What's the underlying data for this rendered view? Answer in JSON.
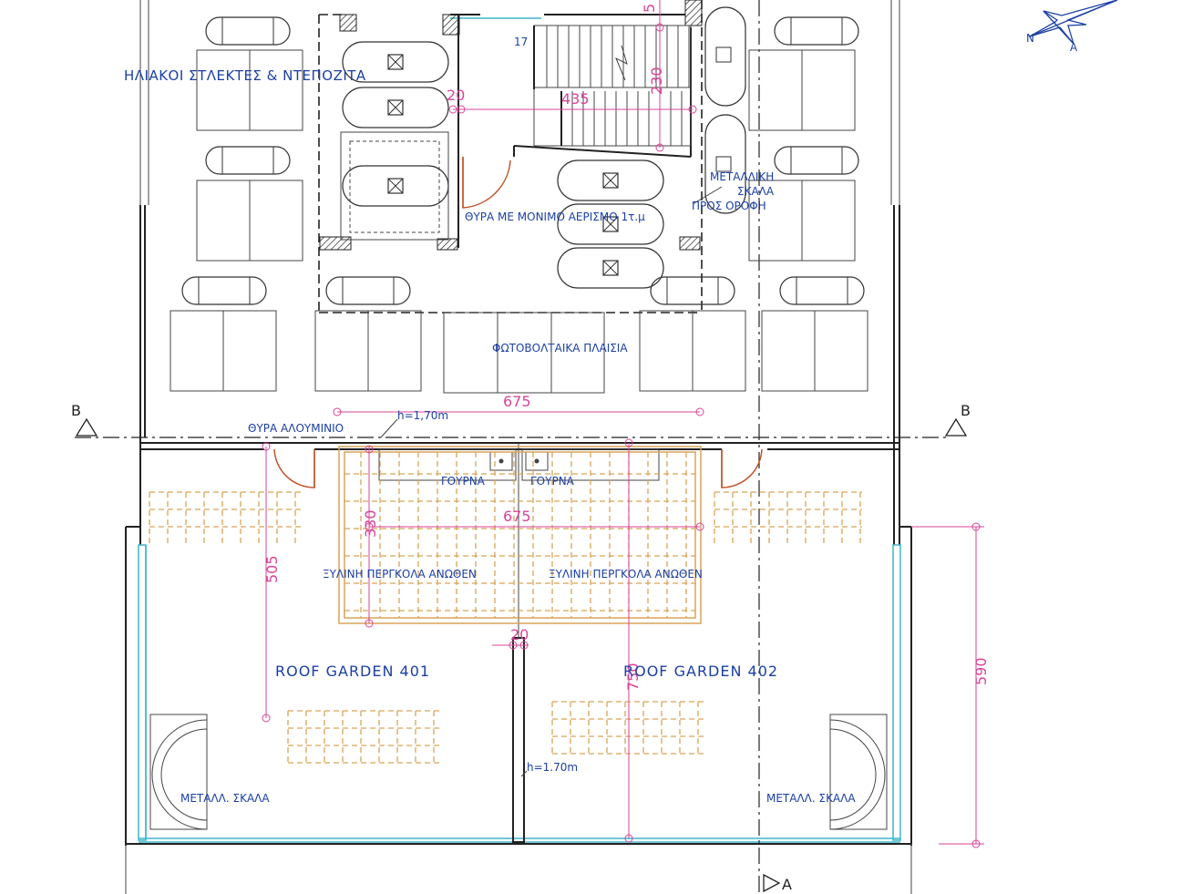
{
  "labels": {
    "solar_heaters": "ΗΛΙΑΚΟΙ ΣΤΛΕΚΤΕΣ & ΝΤΕΠΟΖΙΤΑ",
    "door_ventilation": "ΘΥΡΑ ΜΕ ΜΟΝΙΜΟ ΑΕΡΙΣΜΟ 1τ.μ",
    "metal_ladder_line1": "ΜΕΤΑΛΛΙΚΗ",
    "metal_ladder_line2": "ΣΚΑΛΑ",
    "metal_ladder_line3": "ΠΡΟΣ ΟΡΟΦΗ",
    "photovoltaic": "ΦΩΤΟΒΟΛΤΑΙΚΑ ΠΛΑΙΣΙΑ",
    "door_aluminium": "ΘΥΡΑ ΑΛΟΥΜΙΝΙΟ",
    "height_top": "h=1,70m",
    "height_bottom": "h=1.70m",
    "gutter_left": "ΓΟΥΡΝΑ",
    "gutter_right": "ΓΟΥΡΝΑ",
    "pergola_left": "ΞΥΛΙΝΗ ΠΕΡΓΚΟΛΑ ΑΝΩΘΕΝ",
    "pergola_right": "ΞΥΛΙΝΗ ΠΕΡΓΚΟΛΑ ΑΝΩΘΕΝ",
    "roof_garden_401": "ROOF GARDEN 401",
    "roof_garden_402": "ROOF GARDEN 402",
    "metal_stair_left": "ΜΕΤΑΛΛ. ΣΚΑΛΑ",
    "metal_stair_right": "ΜΕΤΑΛΛ. ΣΚΑΛΑ"
  },
  "dimensions": {
    "stair_steps": "17",
    "d5": "5",
    "d20_top": "20",
    "d435": "435",
    "d230": "230",
    "d675_top": "675",
    "d675_mid": "675",
    "d330": "330",
    "d505": "505",
    "d20_bottom": "20",
    "d750": "750",
    "d590": "590"
  },
  "section_marks": {
    "b_left": "B",
    "b_right": "B",
    "a_bottom": "A"
  },
  "north_arrow": {
    "n": "N",
    "a": "A",
    "icon": "compass-rose-icon"
  },
  "colors": {
    "label_blue": "#1a3fa6",
    "dimension_pink": "#d9449a",
    "pergola_tan": "#d9a458",
    "glass_cyan": "#3fb6c9",
    "door_red": "#c0532a"
  }
}
